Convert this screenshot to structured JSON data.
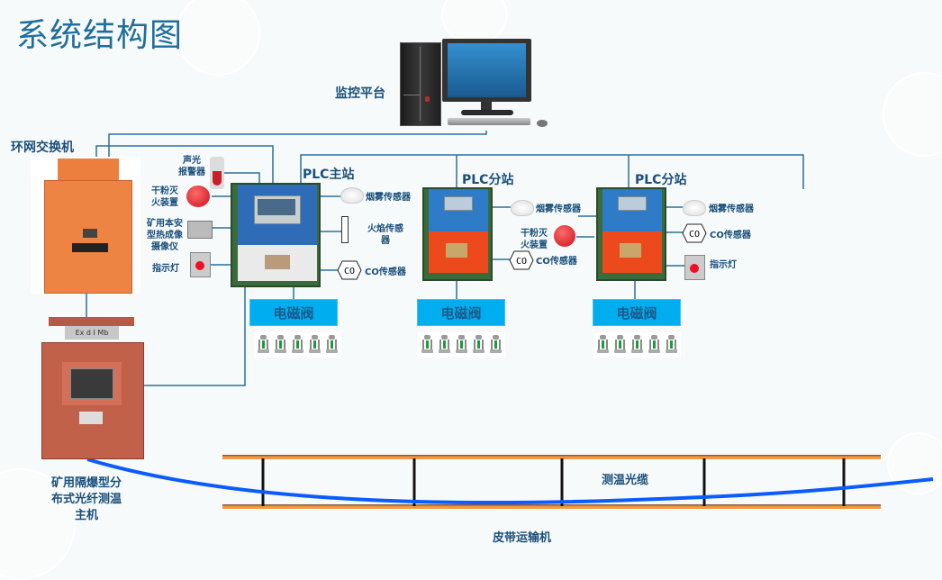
{
  "title": "系统结构图",
  "monitor_platform": {
    "label": "监控平台",
    "icon": "desktop-computer-icon"
  },
  "ring_switch": {
    "label": "环网交换机",
    "icon": "explosion-proof-switch-icon"
  },
  "fiber_host": {
    "label_lines": [
      "矿用隔爆型分",
      "布式光纤测温",
      "主机"
    ],
    "nameplate": "Ex d I Mb"
  },
  "plc_main": {
    "label": "PLC主站",
    "left_devices": [
      {
        "label_lines": [
          "声光",
          "报警器"
        ],
        "icon": "siren-icon"
      },
      {
        "label_lines": [
          "干粉灭",
          "火装置"
        ],
        "icon": "extinguisher-ball-icon"
      },
      {
        "label_lines": [
          "矿用本安",
          "型热成像",
          "摄像仪"
        ],
        "icon": "thermal-camera-icon"
      },
      {
        "label_lines": [
          "指示灯"
        ],
        "icon": "indicator-lamp-icon"
      }
    ],
    "right_devices": [
      {
        "label_lines": [
          "烟雾传感器"
        ],
        "icon": "smoke-sensor-icon"
      },
      {
        "label_lines": [
          "火焰传感",
          "器"
        ],
        "icon": "flame-sensor-icon"
      },
      {
        "label_lines": [
          "CO传感器"
        ],
        "icon": "co-sensor-icon",
        "badge": "CO"
      }
    ]
  },
  "plc_sub1": {
    "label": "PLC分站",
    "devices": [
      {
        "label_lines": [
          "烟雾传感器"
        ],
        "icon": "smoke-sensor-icon"
      },
      {
        "label_lines": [
          "干粉灭",
          "火装置"
        ],
        "icon": "extinguisher-ball-icon"
      },
      {
        "label_lines": [
          "CO传感器"
        ],
        "icon": "co-sensor-icon",
        "badge": "CO"
      }
    ]
  },
  "plc_sub2": {
    "label": "PLC分站",
    "devices": [
      {
        "label_lines": [
          "烟雾传感器"
        ],
        "icon": "smoke-sensor-icon"
      },
      {
        "label_lines": [
          "CO传感器"
        ],
        "icon": "co-sensor-icon",
        "badge": "CO"
      },
      {
        "label_lines": [
          "指示灯"
        ],
        "icon": "indicator-lamp-icon"
      }
    ]
  },
  "valves": [
    {
      "label": "电磁阀",
      "sprinkler_count": 5
    },
    {
      "label": "电磁阀",
      "sprinkler_count": 5
    },
    {
      "label": "电磁阀",
      "sprinkler_count": 5
    }
  ],
  "conveyor": {
    "label": "皮带运输机",
    "cable_label": "测温光缆"
  },
  "colors": {
    "title": "#1f6e9c",
    "label": "#1a4f7a",
    "wire": "#2b6f9c",
    "valve": "#00aeef",
    "fiber": "#0a5cff",
    "belt": "#f59a3c"
  }
}
